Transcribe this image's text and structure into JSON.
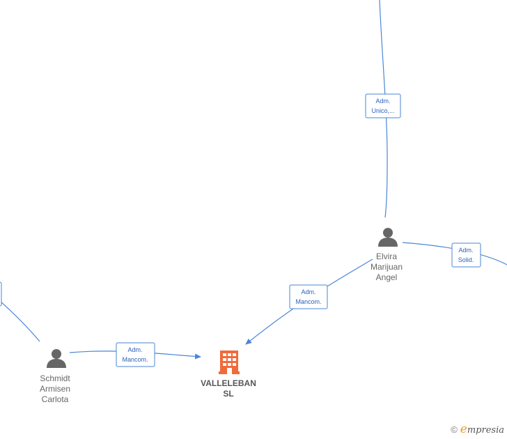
{
  "nodes": {
    "company": {
      "name_line1": "VALLELEBAN",
      "name_line2": "SL",
      "icon": "building-icon",
      "color": "#f26a3a"
    },
    "elvira": {
      "lines": [
        "Elvira",
        "Marijuan",
        "Angel"
      ],
      "icon": "person-icon"
    },
    "schmidt": {
      "lines": [
        "Schmidt",
        "Armisen",
        "Carlota"
      ],
      "icon": "person-icon"
    }
  },
  "edges": {
    "top_to_elvira": {
      "label_line1": "Adm.",
      "label_line2": "Unico,..."
    },
    "elvira_right": {
      "label_line1": "Adm.",
      "label_line2": "Solid."
    },
    "elvira_to_company": {
      "label_line1": "Adm.",
      "label_line2": "Mancom."
    },
    "schmidt_to_company": {
      "label_line1": "Adm.",
      "label_line2": "Mancom."
    }
  },
  "footer": {
    "copyright": "©",
    "brand_initial": "e",
    "brand_rest": "mpresia"
  },
  "colors": {
    "edge": "#4a86d6",
    "person": "#666666",
    "company": "#f26a3a"
  }
}
